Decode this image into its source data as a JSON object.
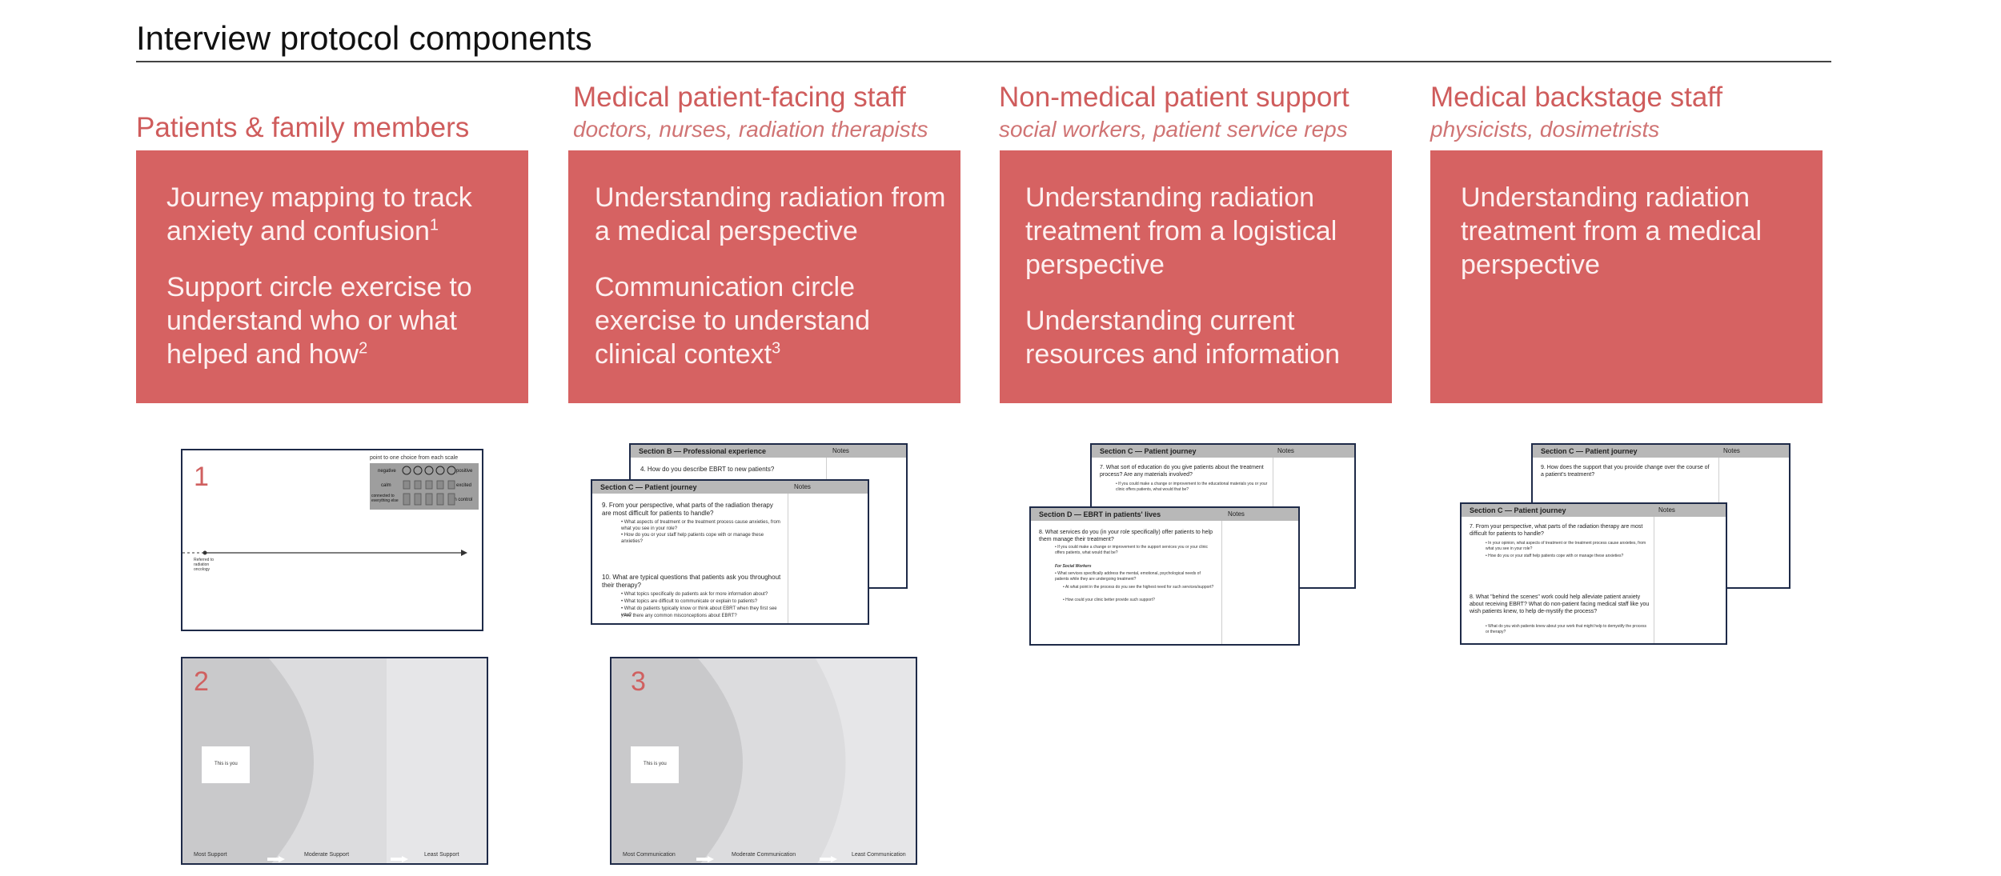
{
  "page_title": "Interview protocol components",
  "columns": [
    {
      "title": "Patients & family members",
      "subtitle": "",
      "paragraphs": [
        {
          "text": "Journey mapping to track anxiety and confusion",
          "sup": "1"
        },
        {
          "text": "Support circle exercise to understand who or what helped and how",
          "sup": "2"
        }
      ]
    },
    {
      "title": "Medical patient-facing staff",
      "subtitle": "doctors, nurses, radiation therapists",
      "paragraphs": [
        {
          "text": "Understanding radiation from a medical perspective",
          "sup": ""
        },
        {
          "text": "Communication circle exercise to understand clinical context",
          "sup": "3"
        }
      ]
    },
    {
      "title": "Non-medical patient support",
      "subtitle": "social workers, patient service reps",
      "paragraphs": [
        {
          "text": "Understanding radiation treatment from a logistical perspective",
          "sup": ""
        },
        {
          "text": "Understanding current resources and information",
          "sup": ""
        }
      ]
    },
    {
      "title": "Medical backstage staff",
      "subtitle": "physicists, dosimetrists",
      "paragraphs": [
        {
          "text": "Understanding radiation treatment from a medical perspective",
          "sup": ""
        }
      ]
    }
  ],
  "slides": {
    "journey": {
      "number": "1",
      "legend_title": "point to one choice from each scale",
      "legend_rows": [
        "negative",
        "calm",
        "connected to everything else"
      ],
      "legend_right": [
        "positive",
        "excited",
        "in control"
      ],
      "axis_label": "Referred to radiation oncology"
    },
    "support": {
      "number": "2",
      "you_label": "This is you",
      "labels": [
        "Most Support",
        "Moderate Support",
        "Least Support"
      ]
    },
    "communication": {
      "number": "3",
      "you_label": "This is you",
      "labels": [
        "Most Communication",
        "Moderate Communication",
        "Least Communication"
      ]
    }
  },
  "docs": {
    "notes_label": "Notes",
    "medical_back": {
      "title": "Section B — Professional experience",
      "lines": [
        "4. How do you describe EBRT to new patients?"
      ]
    },
    "medical_front": {
      "title": "Section C — Patient journey",
      "lines": [
        "9. From your perspective, what parts of the radiation therapy are most difficult for patients to handle?",
        "• What aspects of treatment or the treatment process cause anxieties, from what you see in your role?",
        "• How do you or your staff help patients cope with or manage these anxieties?",
        "10. What are typical questions that patients ask you throughout their therapy?",
        "• What topics specifically do patients ask for more information about?",
        "• What topics are difficult to communicate or explain to patients?",
        "• What do patients typically know or think about EBRT when they first see you?",
        "• Are there any common misconceptions about EBRT?"
      ]
    },
    "nonmed_back": {
      "title": "Section C — Patient journey",
      "lines": [
        "7. What sort of education do you give patients about the treatment process? Are any materials involved?",
        "• If you could make a change or improvement to the educational materials you or your clinic offers patients, what would that be?"
      ]
    },
    "nonmed_front": {
      "title": "Section D — EBRT in patients' lives",
      "lines": [
        "8. What services do you (in your role specifically) offer patients to help them manage their treatment?",
        "• If you could make a change or improvement to the support services you or your clinic offers patients, what would that be?",
        "For Social Workers",
        "• What services specifically address the mental, emotional, psychological needs of patients while they are undergoing treatment?",
        "• At what point in the process do you see the highest need for such services/support?",
        "• How could your clinic better provide such support?"
      ]
    },
    "backstage_back": {
      "title": "Section C — Patient journey",
      "lines": [
        "9. How does the support that you provide change over the course of a patient's treatment?"
      ]
    },
    "backstage_front": {
      "title": "Section C — Patient journey",
      "lines": [
        "7. From your perspective, what parts of the radiation therapy are most difficult for patients to handle?",
        "• In your opinion, what aspects of treatment or the treatment process cause anxieties, from what you see in your role?",
        "• How do you or your staff help patients cope with or manage these anxieties?",
        "8. What \"behind the scenes\" work could help alleviate patient anxiety about receiving EBRT? What do non-patient facing medical staff like you wish patients knew, to help de-mystify the process?",
        "• What do you wish patients knew about your work that might help to demystify the process or therapy?"
      ]
    }
  },
  "colors": {
    "accent": "#d66262",
    "heading": "#cf5c5c",
    "border": "#1e2a48",
    "circle_dark": "#c9c9cb",
    "circle_mid": "#dcdcde",
    "circle_light": "#e6e6e8"
  }
}
